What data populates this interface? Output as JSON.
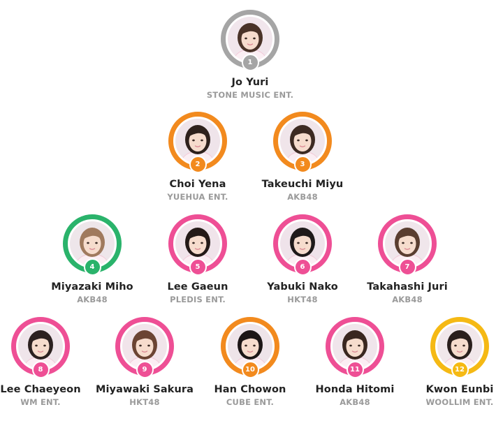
{
  "members": [
    {
      "rank": "1",
      "name": "Jo Yuri",
      "agency": "STONE MUSIC ENT.",
      "color": "#a5a5a5",
      "hair": "#4a3328",
      "background": "#f1e6ec"
    },
    {
      "rank": "2",
      "name": "Choi Yena",
      "agency": "YUEHUA ENT.",
      "color": "#f28a1e",
      "hair": "#2e211c",
      "background": "#efe4ea"
    },
    {
      "rank": "3",
      "name": "Takeuchi Miyu",
      "agency": "AKB48",
      "color": "#f28a1e",
      "hair": "#3d2a22",
      "background": "#f0e5ea"
    },
    {
      "rank": "4",
      "name": "Miyazaki Miho",
      "agency": "AKB48",
      "color": "#2ab36b",
      "hair": "#a07a5e",
      "background": "#eee6ea"
    },
    {
      "rank": "5",
      "name": "Lee Gaeun",
      "agency": "PLEDIS ENT.",
      "color": "#ee4f95",
      "hair": "#241a17",
      "background": "#f0e4ea"
    },
    {
      "rank": "6",
      "name": "Yabuki Nako",
      "agency": "HKT48",
      "color": "#ee4f95",
      "hair": "#1f1a1a",
      "background": "#efe3ea"
    },
    {
      "rank": "7",
      "name": "Takahashi Juri",
      "agency": "AKB48",
      "color": "#ee4f95",
      "hair": "#5a3e30",
      "background": "#f0e6eb"
    },
    {
      "rank": "8",
      "name": "Lee Chaeyeon",
      "agency": "WM ENT.",
      "color": "#ee4f95",
      "hair": "#2c2120",
      "background": "#efe5ea"
    },
    {
      "rank": "9",
      "name": "Miyawaki Sakura",
      "agency": "HKT48",
      "color": "#ee4f95",
      "hair": "#6b4433",
      "background": "#f1e4ea"
    },
    {
      "rank": "10",
      "name": "Han Chowon",
      "agency": "CUBE ENT.",
      "color": "#f28a1e",
      "hair": "#1c1616",
      "background": "#eee4e9"
    },
    {
      "rank": "11",
      "name": "Honda Hitomi",
      "agency": "AKB48",
      "color": "#ee4f95",
      "hair": "#3a2720",
      "background": "#f0e5eb"
    },
    {
      "rank": "12",
      "name": "Kwon Eunbi",
      "agency": "WOOLLIM ENT.",
      "color": "#f5b914",
      "hair": "#2a1f1c",
      "background": "#f1e7ea"
    }
  ]
}
